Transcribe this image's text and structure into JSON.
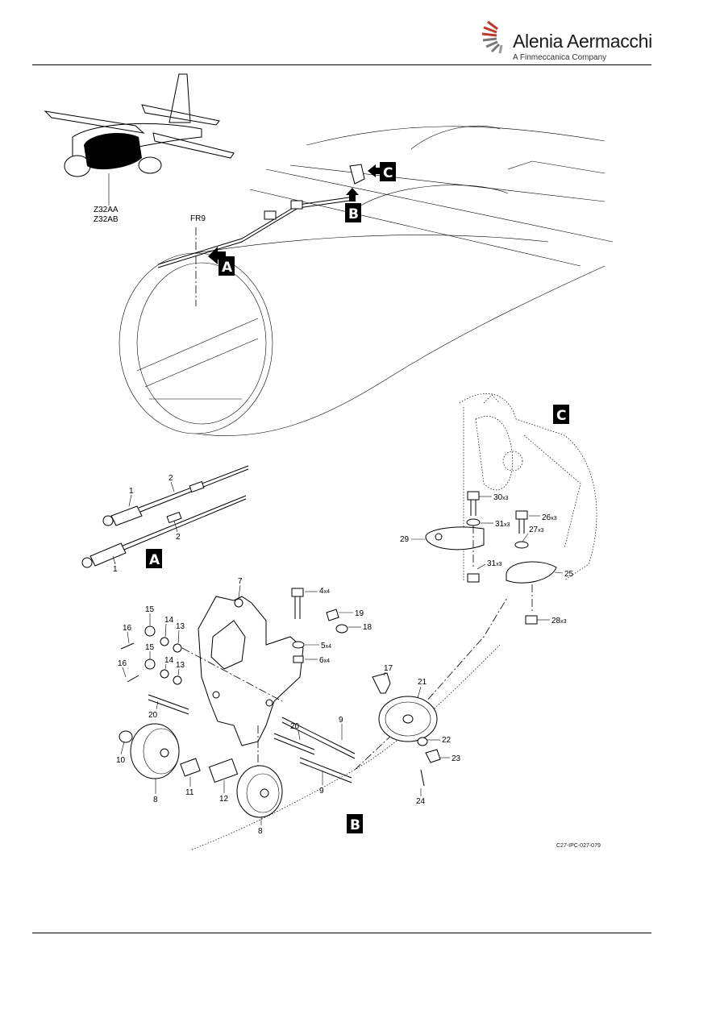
{
  "header": {
    "brand": "Alenia Aermacchi",
    "tagline": "A Finmeccanica Company"
  },
  "aircraft_labels": {
    "effectivity_1": "Z32AA",
    "effectivity_2": "Z32AB",
    "frame": "FR9"
  },
  "view_tags": [
    "A",
    "B",
    "C"
  ],
  "callouts": {
    "p1a": "1",
    "p1b": "1",
    "p2a": "2",
    "p2b": "2",
    "p4": "4",
    "p4q": "x4",
    "p5": "5",
    "p5q": "x4",
    "p6": "6",
    "p6q": "x4",
    "p7": "7",
    "p8a": "8",
    "p8b": "8",
    "p9a": "9",
    "p9b": "9",
    "p10": "10",
    "p11": "11",
    "p12": "12",
    "p13a": "13",
    "p13b": "13",
    "p14a": "14",
    "p14b": "14",
    "p15a": "15",
    "p15b": "15",
    "p16a": "16",
    "p16b": "16",
    "p17": "17",
    "p18": "18",
    "p19": "19",
    "p20a": "20",
    "p20b": "20",
    "p21": "21",
    "p22": "22",
    "p23": "23",
    "p24": "24",
    "p25": "25",
    "p26": "26",
    "p26q": "x3",
    "p27": "27",
    "p27q": "x3",
    "p28": "28",
    "p28q": "x3",
    "p29": "29",
    "p30": "30",
    "p30q": "x3",
    "p31a": "31",
    "p31aq": "x3",
    "p31b": "31",
    "p31bq": "x3"
  },
  "figure_code": "C27-IPC-027-079"
}
